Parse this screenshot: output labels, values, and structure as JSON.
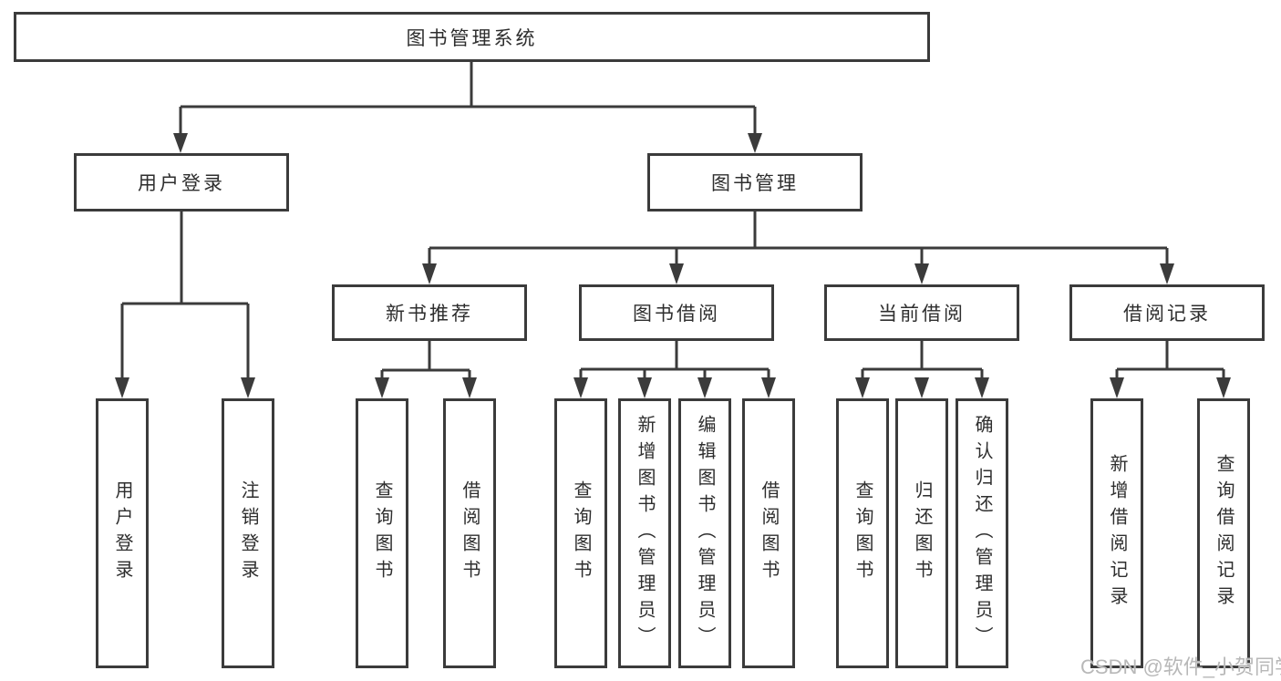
{
  "colors": {
    "line": "#3b3b3b",
    "text": "#2e2e2e",
    "background": "#ffffff",
    "watermark": "#b4b4b4"
  },
  "watermark": {
    "text": "CSDN @软件_小贺同学"
  },
  "tree": {
    "root": {
      "label": "图书管理系统",
      "children": [
        {
          "label": "用户登录",
          "children": [
            {
              "label": "用户登录"
            },
            {
              "label": "注销登录"
            }
          ]
        },
        {
          "label": "图书管理",
          "children": [
            {
              "label": "新书推荐",
              "children": [
                {
                  "label": "查询图书"
                },
                {
                  "label": "借阅图书"
                }
              ]
            },
            {
              "label": "图书借阅",
              "children": [
                {
                  "label": "查询图书"
                },
                {
                  "label": "新增图书（管理员）"
                },
                {
                  "label": "编辑图书（管理员）"
                },
                {
                  "label": "借阅图书"
                }
              ]
            },
            {
              "label": "当前借阅",
              "children": [
                {
                  "label": "查询图书"
                },
                {
                  "label": "归还图书"
                },
                {
                  "label": "确认归还（管理员）"
                }
              ]
            },
            {
              "label": "借阅记录",
              "children": [
                {
                  "label": "新增借阅记录"
                },
                {
                  "label": "查询借阅记录"
                }
              ]
            }
          ]
        }
      ]
    }
  }
}
